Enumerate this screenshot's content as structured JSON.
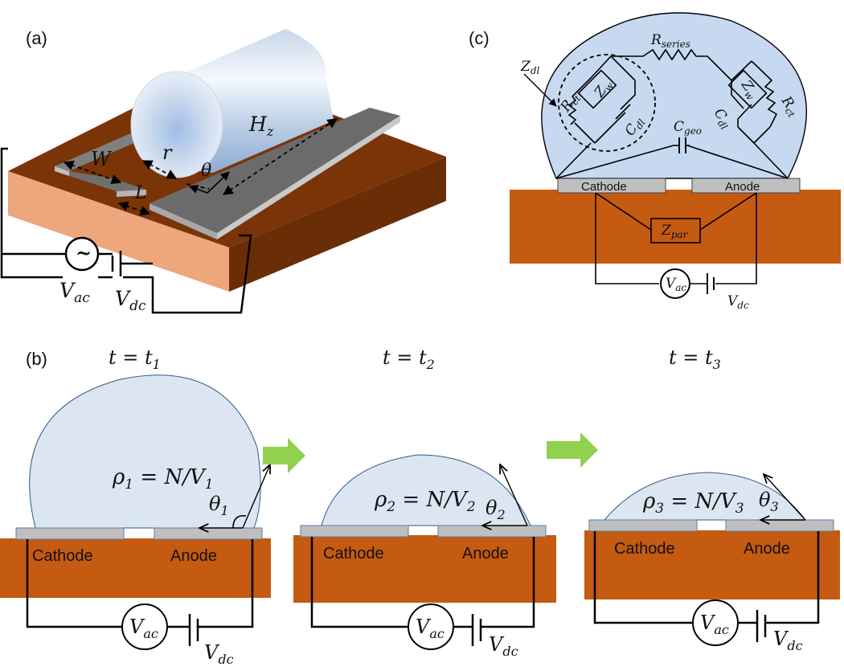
{
  "panels": {
    "a": {
      "label": "(a)",
      "dims": {
        "W": "W",
        "L": "L",
        "r": "r",
        "theta": "θ",
        "Hz_main": "H",
        "Hz_sub": "z"
      },
      "sources": {
        "ac_symbol": "~",
        "Vac_main": "V",
        "Vac_sub": "ac",
        "Vdc_main": "V",
        "Vdc_sub": "dc"
      }
    },
    "b": {
      "label": "(b)",
      "steps": [
        {
          "time": "t = t",
          "time_sub": "1",
          "rho": "ρ",
          "rho_sub": "1",
          "rho_eq": " = N/V",
          "rho_eq_sub": "1",
          "theta": "θ",
          "theta_sub": "1",
          "cathode": "Cathode",
          "anode": "Anode",
          "Vac_main": "V",
          "Vac_sub": "ac",
          "Vdc_main": "V",
          "Vdc_sub": "dc"
        },
        {
          "time": "t = t",
          "time_sub": "2",
          "rho": "ρ",
          "rho_sub": "2",
          "rho_eq": " = N/V",
          "rho_eq_sub": "2",
          "theta": "θ",
          "theta_sub": "2",
          "cathode": "Cathode",
          "anode": "Anode",
          "Vac_main": "V",
          "Vac_sub": "ac",
          "Vdc_main": "V",
          "Vdc_sub": "dc"
        },
        {
          "time": "t = t",
          "time_sub": "3",
          "rho": "ρ",
          "rho_sub": "3",
          "rho_eq": " = N/V",
          "rho_eq_sub": "3",
          "theta": "θ",
          "theta_sub": "3",
          "cathode": "Cathode",
          "anode": "Anode",
          "Vac_main": "V",
          "Vac_sub": "ac",
          "Vdc_main": "V",
          "Vdc_sub": "dc"
        }
      ]
    },
    "c": {
      "label": "(c)",
      "cathode": "Cathode",
      "anode": "Anode",
      "circuit": {
        "R_series": "R",
        "R_series_sub": "series",
        "Z_dl": "Z",
        "Z_dl_sub": "dl",
        "R_ct": "R",
        "R_ct_sub": "ct",
        "Z_w": "Z",
        "Z_w_sub": "w",
        "C_dl": "C",
        "C_dl_sub": "dl",
        "C_geo": "C",
        "C_geo_sub": "geo",
        "Z_par": "Z",
        "Z_par_sub": "par",
        "Vac_main": "V",
        "Vac_sub": "ac",
        "Vdc_main": "V",
        "Vdc_sub": "dc"
      }
    }
  },
  "colors": {
    "substrate": "#c55a11",
    "substrate_light": "#eea67d",
    "substrate_dark": "#7a3408",
    "electrode": "#bfbfbf",
    "droplet": "#dbe6f4",
    "droplet_c": "#bcd2ec",
    "arrow": "#92d050"
  }
}
